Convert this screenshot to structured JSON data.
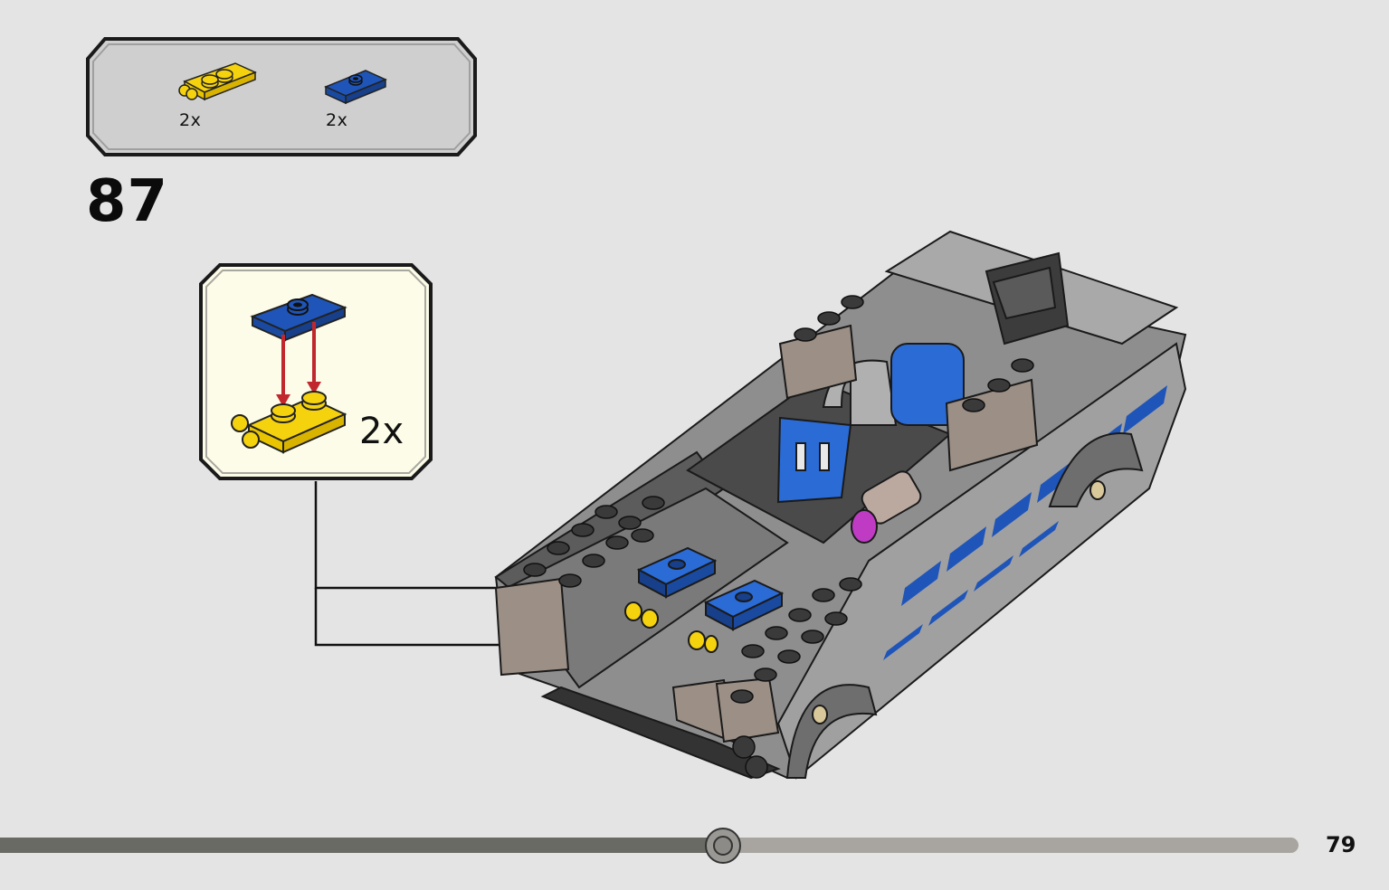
{
  "parts_list": {
    "items": [
      {
        "part": "yellow-plate-with-clip-icon",
        "color": "#f5d20e",
        "qty": "2x"
      },
      {
        "part": "blue-plate-1x2-jumper-icon",
        "color": "#1f55b8",
        "qty": "2x"
      }
    ]
  },
  "step": {
    "number": "87"
  },
  "sub_assembly": {
    "qty": "2x",
    "background": "#fdfce8",
    "arrow_color": "#c0282d"
  },
  "model": {
    "body_color": "#9a9a9a",
    "accent_color": "#1f55b8"
  },
  "progress": {
    "fraction": 0.557
  },
  "page": {
    "number": "79"
  }
}
